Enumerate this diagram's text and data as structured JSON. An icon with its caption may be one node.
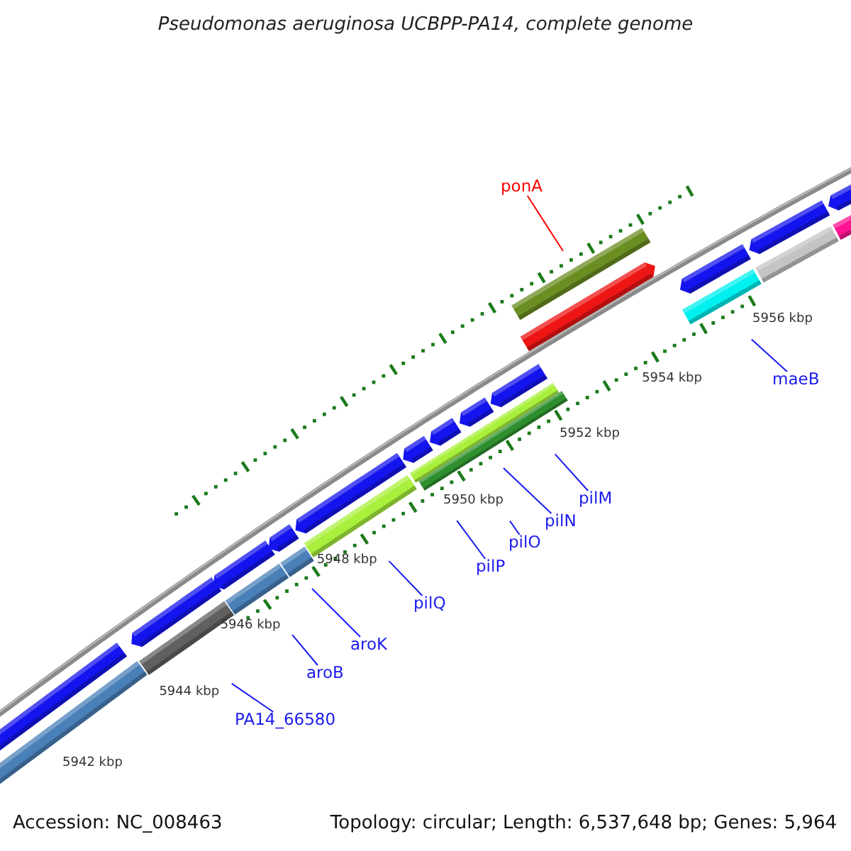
{
  "diagram": {
    "title": "Pseudomonas aeruginosa UCBPP-PA14, complete genome",
    "nodes": [
      {
        "text": [
          "ponA"
        ]
      },
      {
        "text": [
          "maeB"
        ]
      },
      {
        "text": [
          "pilM"
        ]
      },
      {
        "text": [
          "pilN"
        ]
      },
      {
        "text": [
          "pilO"
        ]
      },
      {
        "text": [
          "pilP"
        ]
      },
      {
        "text": [
          "pilQ"
        ]
      },
      {
        "text": [
          "aroK"
        ]
      },
      {
        "text": [
          "aroB"
        ]
      },
      {
        "text": [
          "PA14_66580"
        ]
      }
    ],
    "edges": [
      {
        "from": 0,
        "to": null,
        "arrow": "none",
        "color": "#ff0000"
      },
      {
        "from": 1,
        "to": null,
        "arrow": "none"
      },
      {
        "from": 2,
        "to": null,
        "arrow": "none"
      },
      {
        "from": 3,
        "to": null,
        "arrow": "none"
      },
      {
        "from": 4,
        "to": null,
        "arrow": "none"
      },
      {
        "from": 5,
        "to": null,
        "arrow": "none"
      },
      {
        "from": 6,
        "to": null,
        "arrow": "none"
      },
      {
        "from": 7,
        "to": null,
        "arrow": "none"
      },
      {
        "from": 8,
        "to": null,
        "arrow": "none"
      },
      {
        "from": 9,
        "to": null,
        "arrow": "none"
      }
    ],
    "labels": [
      "5956 kbp",
      "5954 kbp",
      "5952 kbp",
      "5950 kbp",
      "5948 kbp",
      "5946 kbp",
      "5944 kbp",
      "5942 kbp",
      "Accession: NC_008463",
      "Topology: circular; Length: 6,537,648 bp; Genes: 5,964"
    ]
  }
}
